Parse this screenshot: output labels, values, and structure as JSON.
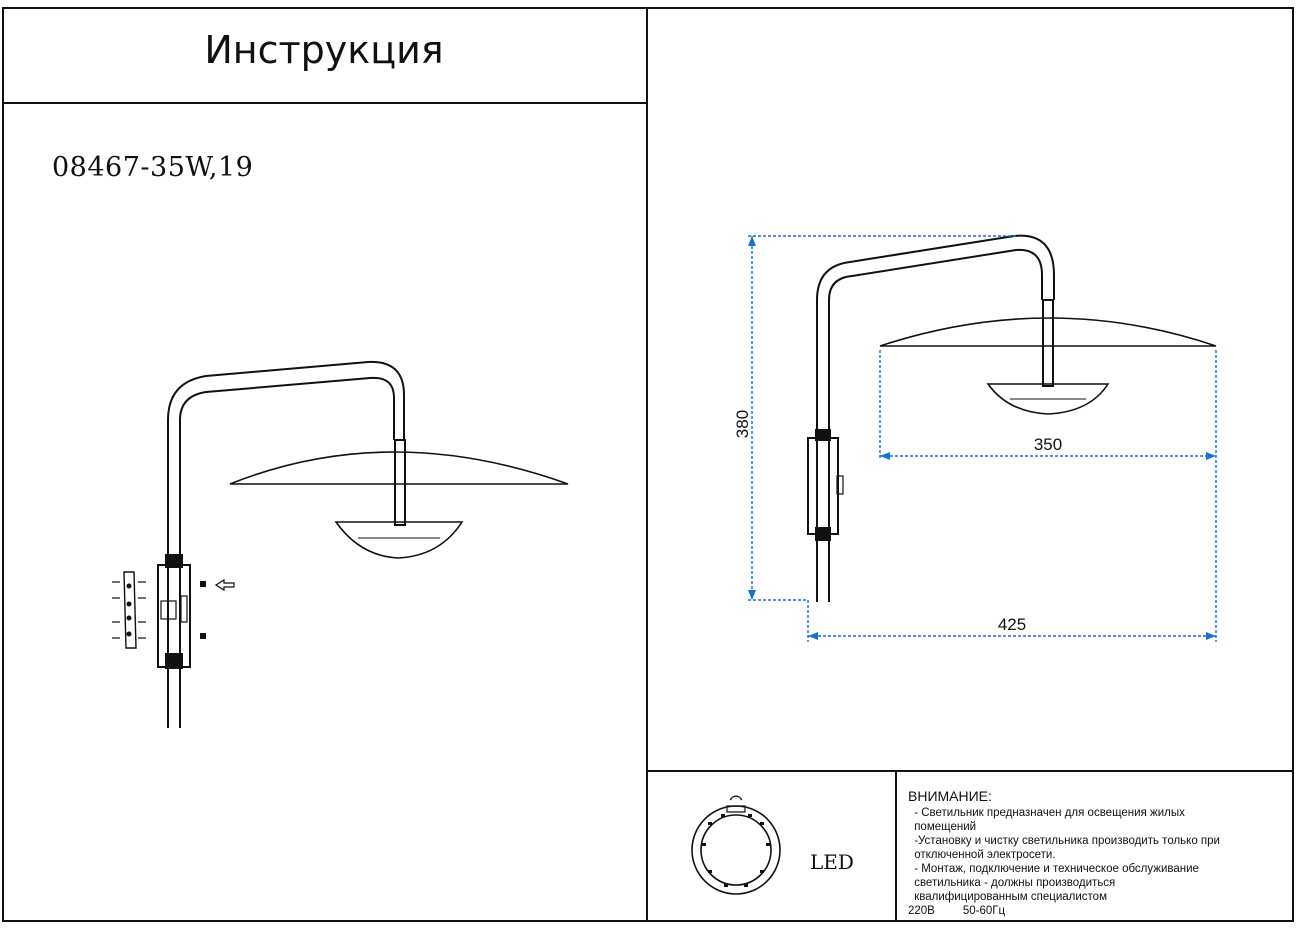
{
  "header": {
    "title": "Инструкция"
  },
  "product": {
    "model": "08467-35W,19"
  },
  "dimensions": {
    "height": "380",
    "shade_width": "350",
    "total_depth": "425"
  },
  "light_source": {
    "label": "LED"
  },
  "warning": {
    "heading": "ВНИМАНИЕ:",
    "lines": [
      " - Светильник предназначен для освещения жилых",
      " помещений",
      " -Установку и чистку светильника производить только при",
      " отключенной электросети.",
      " - Монтаж, подключение и техническое обслуживание",
      " светильника - должны производиться",
      " квалифицированным специалистом"
    ],
    "voltage": "220В",
    "frequency": "50-60Гц"
  },
  "colors": {
    "line": "#111111",
    "dimension": "#1a6fd6"
  }
}
